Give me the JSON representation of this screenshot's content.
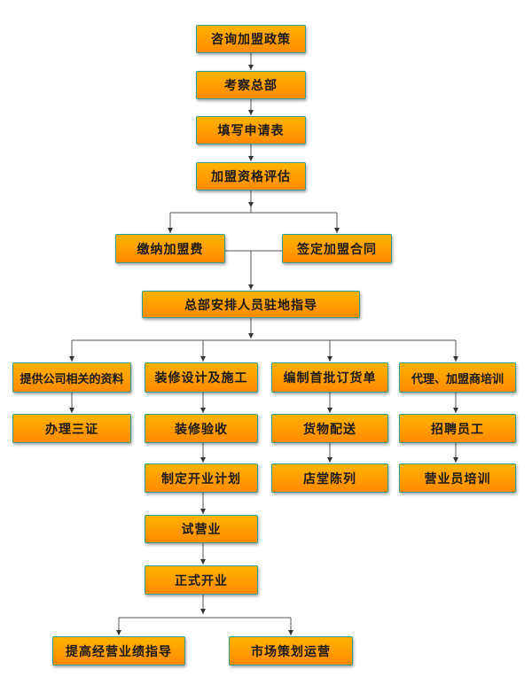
{
  "nodes": {
    "n1": "咨询加盟政策",
    "n2": "考察总部",
    "n3": "填写申请表",
    "n4": "加盟资格评估",
    "n5a": "缴纳加盟费",
    "n5b": "签定加盟合同",
    "n6": "总部安排人员驻地指导",
    "c1_1": "提供公司相关的资料",
    "c1_2": "办理三证",
    "c2_1": "装修设计及施工",
    "c2_2": "装修验收",
    "c2_3": "制定开业计划",
    "c2_4": "试营业",
    "c2_5": "正式开业",
    "c3_1": "编制首批订货单",
    "c3_2": "货物配送",
    "c3_3": "店堂陈列",
    "c4_1": "代理、加盟商培训",
    "c4_2": "招聘员工",
    "c4_3": "营业员培训",
    "e1": "提高经营业绩指导",
    "e2": "市场策划运营"
  },
  "colors": {
    "box_top": "#ffb300",
    "box_bottom": "#ff8a00",
    "box_border": "#2f9e8f",
    "connector": "#555555"
  }
}
